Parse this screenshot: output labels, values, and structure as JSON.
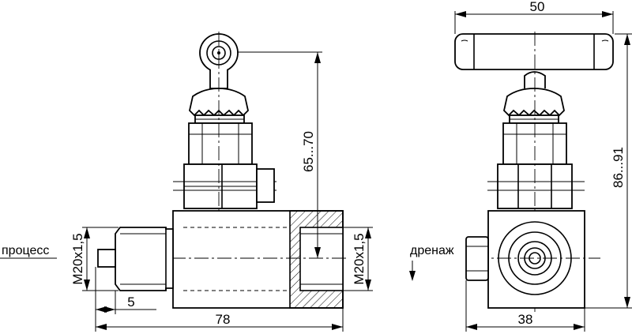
{
  "labels": {
    "process": "процесс",
    "drain": "дренаж"
  },
  "dimensions": {
    "height_side": "65...70",
    "height_front": "86...91",
    "handle_width": "50",
    "thread_left": "M20x1,5",
    "thread_right": "M20x1,5",
    "thread_depth": "5",
    "body_length": "78",
    "body_width": "38"
  },
  "colors": {
    "line": "#000000",
    "background": "#ffffff"
  }
}
